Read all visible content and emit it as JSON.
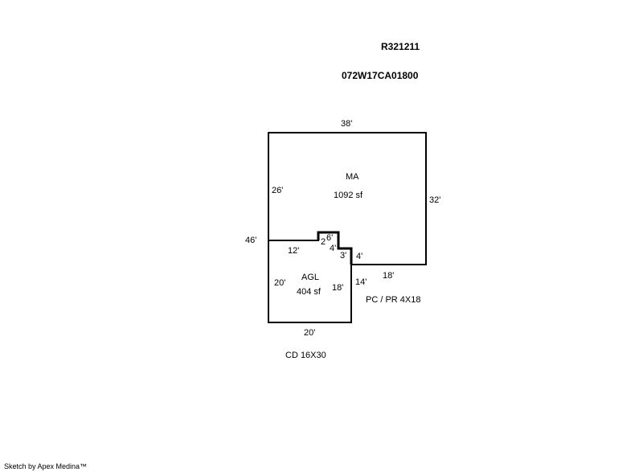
{
  "header": {
    "account_number": "R321211",
    "map_tax_lot": "072W17CA01800"
  },
  "areas": [
    {
      "code": "MA",
      "area": "1092 sf"
    },
    {
      "code": "AGL",
      "area": "404 sf"
    }
  ],
  "dimensions": {
    "ma_top": "38'",
    "ma_left": "26'",
    "ma_right": "32'",
    "left_total": "46'",
    "agl_top": "12'",
    "notch_top_a": "2",
    "notch_top_b": "6'",
    "notch_drop": "4'",
    "notch_step": "3'",
    "step_down": "4'",
    "ma_bottom": "18'",
    "agl_right_outer": "14'",
    "agl_left": "20'",
    "agl_right": "18'",
    "agl_bottom": "20'"
  },
  "notes": {
    "porch": "PC / PR  4X18",
    "deck": "CD  16X30"
  },
  "footer": {
    "credit": "Sketch by Apex Medina™"
  }
}
